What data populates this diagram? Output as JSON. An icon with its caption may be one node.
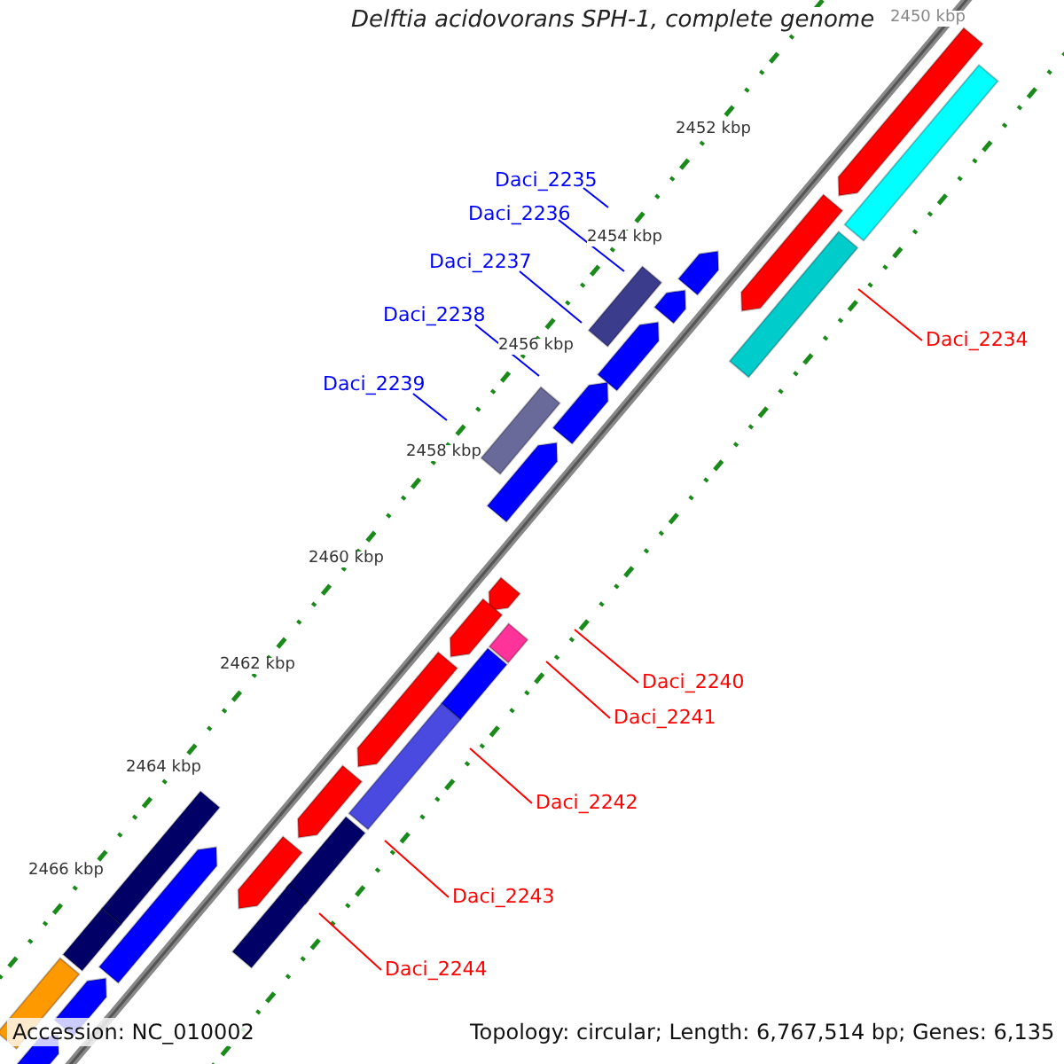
{
  "diagram": {
    "title": "Delftia acidovorans SPH-1, complete genome",
    "nodes": [
      {
        "text": [
          "Daci_2235"
        ]
      },
      {
        "text": [
          "Daci_2236"
        ]
      },
      {
        "text": [
          "Daci_2237"
        ]
      },
      {
        "text": [
          "Daci_2238"
        ]
      },
      {
        "text": [
          "Daci_2234"
        ]
      },
      {
        "text": [
          "Daci_2239"
        ]
      },
      {
        "text": [
          "Daci_2240"
        ]
      },
      {
        "text": [
          "Daci_2241"
        ]
      },
      {
        "text": [
          "Daci_2242"
        ]
      },
      {
        "text": [
          "Daci_2243"
        ]
      },
      {
        "text": [
          "Daci_2244"
        ]
      }
    ],
    "edges": [
      {
        "from": 0,
        "to": null,
        "arrow": "none",
        "color": "#0000ff"
      },
      {
        "from": 1,
        "to": null,
        "arrow": "none",
        "color": "#0000ff"
      },
      {
        "from": 2,
        "to": null,
        "arrow": "none",
        "color": "#0000ff"
      },
      {
        "from": 3,
        "to": null,
        "arrow": "none",
        "color": "#0000ff"
      },
      {
        "from": 4,
        "to": null,
        "arrow": "none"
      },
      {
        "from": 5,
        "to": null,
        "arrow": "none",
        "color": "#0000ff"
      },
      {
        "from": 6,
        "to": null,
        "arrow": "none"
      },
      {
        "from": 7,
        "to": null,
        "arrow": "none"
      },
      {
        "from": 8,
        "to": null,
        "arrow": "none"
      },
      {
        "from": 9,
        "to": null,
        "arrow": "none"
      },
      {
        "from": 10,
        "to": null,
        "arrow": "none"
      }
    ],
    "labels": [
      "2450 kbp",
      "2452 kbp",
      "2454 kbp",
      "2456 kbp",
      "2458 kbp",
      "2460 kbp",
      "2462 kbp",
      "2464 kbp",
      "2466 kbp",
      "Accession: NC_010002",
      "Topology: circular; Length: 6,767,514 bp; Genes: 6,135"
    ]
  }
}
